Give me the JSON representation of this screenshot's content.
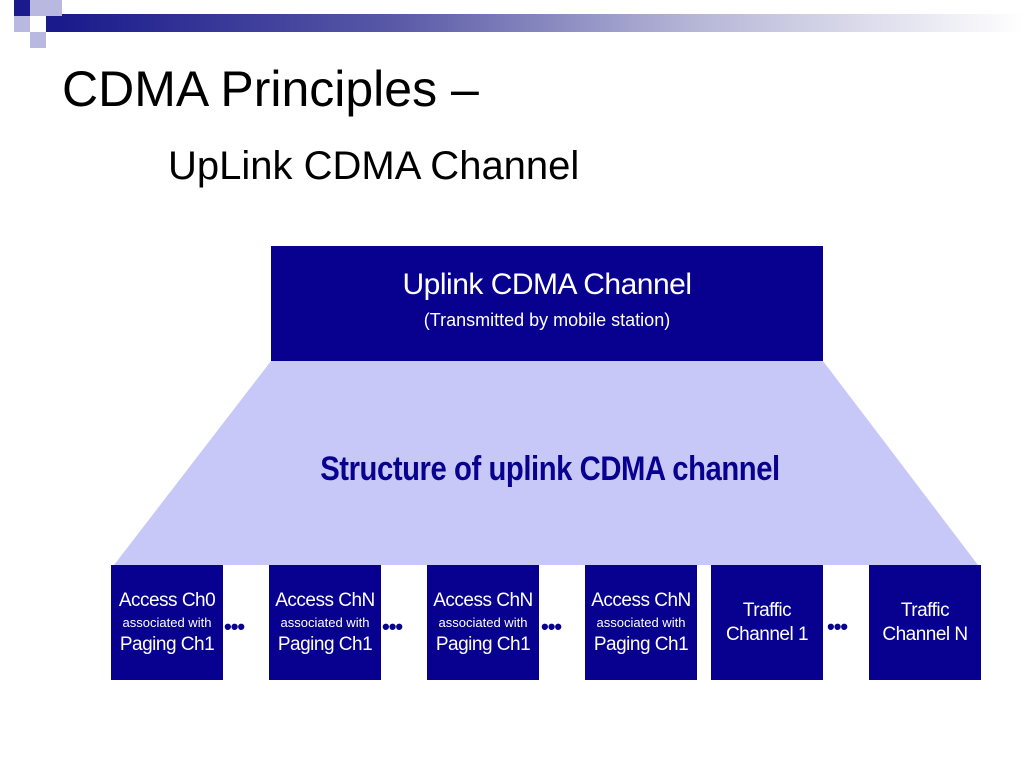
{
  "slide": {
    "title": "CDMA Principles –",
    "subtitle": "UpLink CDMA Channel"
  },
  "diagram": {
    "top_box": {
      "title": "Uplink CDMA Channel",
      "subtitle": "(Transmitted by mobile station)"
    },
    "structure_label": "Structure of uplink CDMA channel",
    "channels": [
      {
        "line1": "Access Ch0",
        "line2": "associated with",
        "line3": "Paging Ch1"
      },
      {
        "line1": "Access ChN",
        "line2": "associated with",
        "line3": "Paging Ch1"
      },
      {
        "line1": "Access ChN",
        "line2": "associated with",
        "line3": "Paging Ch1"
      },
      {
        "line1": "Access ChN",
        "line2": "associated with",
        "line3": "Paging Ch1"
      },
      {
        "line1": "Traffic",
        "line2": "",
        "line3": "Channel 1"
      },
      {
        "line1": "Traffic",
        "line2": "",
        "line3": "Channel N"
      }
    ],
    "ellipsis": "•••",
    "colors": {
      "box_fill": "#08008f",
      "trapezoid_fill": "#c8c8f8",
      "label_color": "#08008f"
    }
  }
}
